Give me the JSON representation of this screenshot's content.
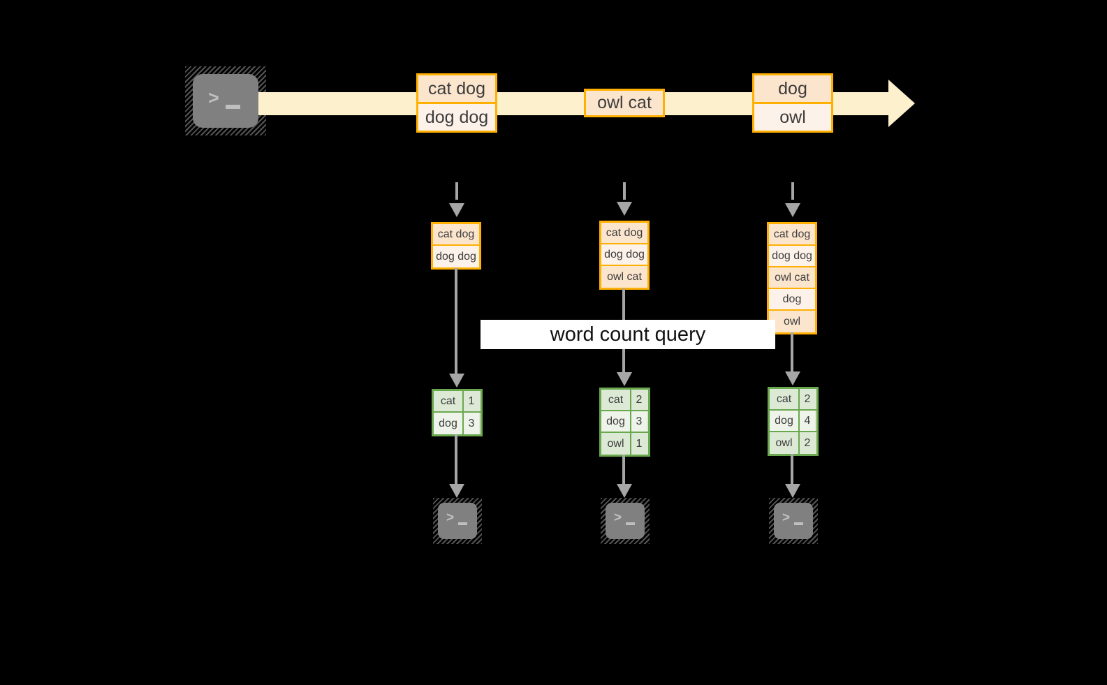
{
  "diagram": {
    "title_label": "word count query",
    "colors": {
      "stream_fill": "#fdf0cd",
      "record_border": "#ffb000",
      "record_fill_dark": "#fce5cd",
      "record_fill_light": "#fdf2e9",
      "table_border": "#6aa84f",
      "table_fill_dark": "#dce9d5",
      "table_fill_light": "#eef4ea",
      "connector": "#a6a6a6",
      "terminal_fill": "#808080",
      "background": "#000000"
    },
    "producer": {
      "icon": "terminal-icon",
      "prompt_glyph": ">_"
    },
    "stream": {
      "name": "input-stream-arrow",
      "groups": [
        {
          "records": [
            "cat dog",
            "dog dog"
          ]
        },
        {
          "records": [
            "owl cat"
          ]
        },
        {
          "records": [
            "dog",
            "owl"
          ]
        }
      ]
    },
    "snapshots": [
      {
        "name": "snapshot-1",
        "records": [
          "cat dog",
          "dog dog"
        ],
        "counts": [
          {
            "word": "cat",
            "count": "1"
          },
          {
            "word": "dog",
            "count": "3"
          }
        ],
        "consumer_icon": "terminal-icon",
        "consumer_glyph": ">_"
      },
      {
        "name": "snapshot-2",
        "records": [
          "cat dog",
          "dog dog",
          "owl cat"
        ],
        "counts": [
          {
            "word": "cat",
            "count": "2"
          },
          {
            "word": "dog",
            "count": "3"
          },
          {
            "word": "owl",
            "count": "1"
          }
        ],
        "consumer_icon": "terminal-icon",
        "consumer_glyph": ">_"
      },
      {
        "name": "snapshot-3",
        "records": [
          "cat dog",
          "dog dog",
          "owl cat",
          "dog",
          "owl"
        ],
        "counts": [
          {
            "word": "cat",
            "count": "2"
          },
          {
            "word": "dog",
            "count": "4"
          },
          {
            "word": "owl",
            "count": "2"
          }
        ],
        "consumer_icon": "terminal-icon",
        "consumer_glyph": ">_"
      }
    ]
  }
}
